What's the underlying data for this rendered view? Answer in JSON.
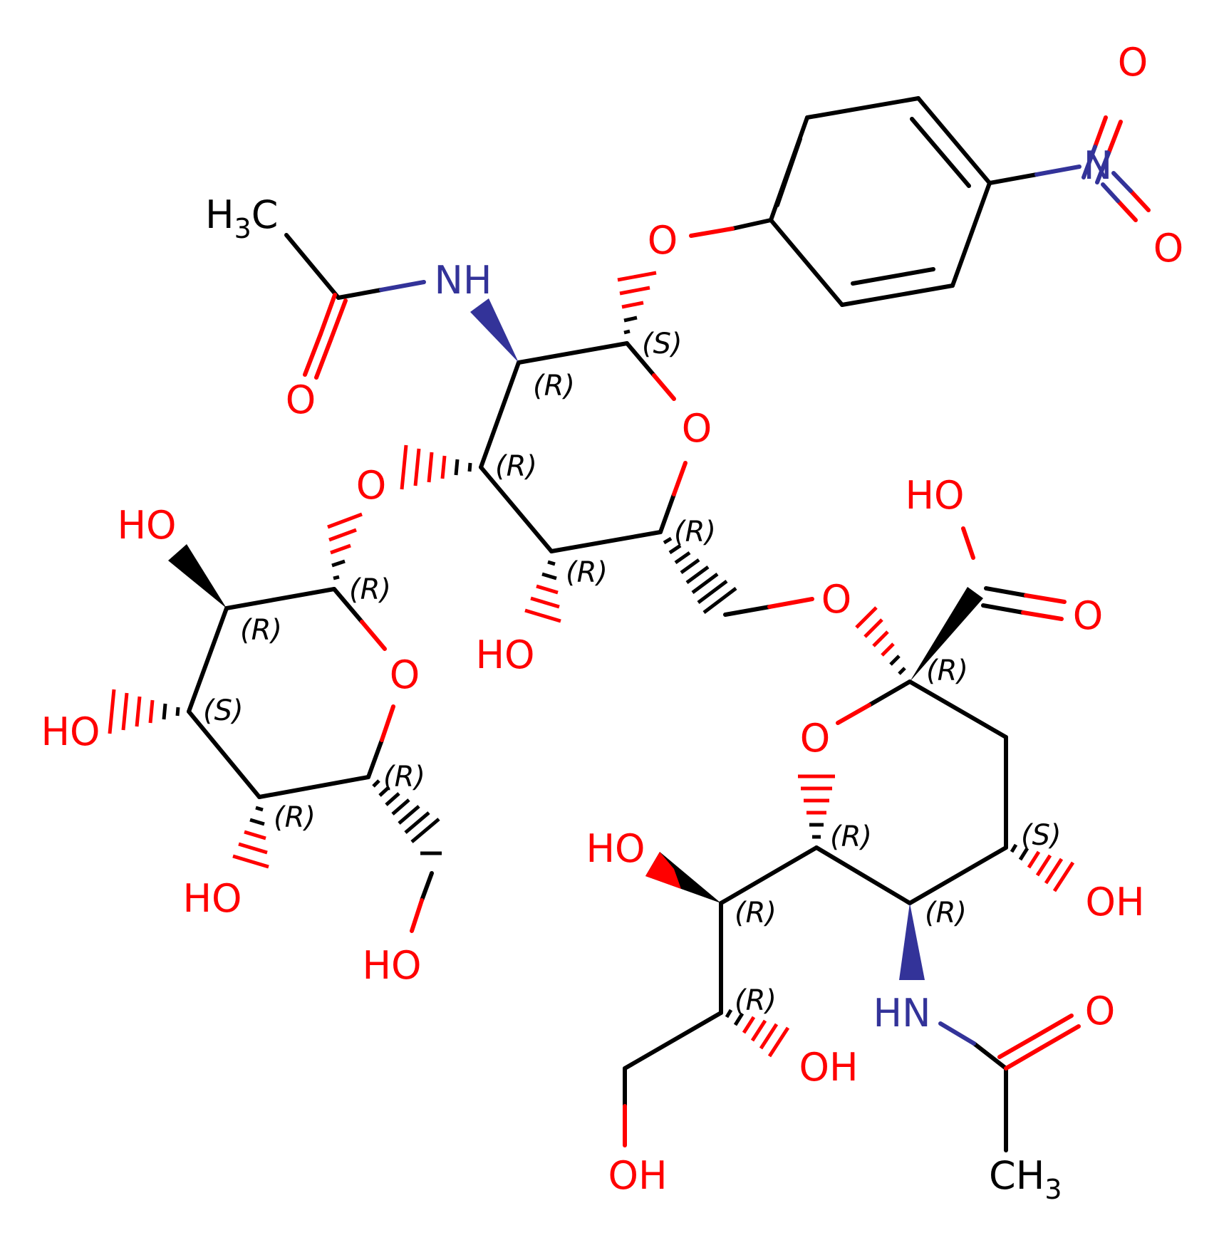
{
  "colors": {
    "bond": "#000000",
    "oxygen": "#ff0000",
    "nitrogen": "#333399",
    "carbon": "#000000",
    "background": "#ffffff"
  },
  "atoms": {
    "o_nitro_top": "O",
    "n_nitro": "N",
    "o_nitro_right": "O",
    "o_phenoxy": "O",
    "c_methyl_top": "C",
    "h_methyl_top": "H",
    "h_methyl_top_sub": "3",
    "nh_top": "NH",
    "o_carbonyl_top": "O",
    "o_ring_top": "O",
    "o_glyco_left": "O",
    "ho_ring2_c2": "HO",
    "o_ring_left": "O",
    "ho_ring2_c3": "HO",
    "ho_ring1_c3": "HO",
    "o_glyco_right": "O",
    "ho_acid": "HO",
    "o_acid": "O",
    "o_ring_right": "O",
    "ho_ring2_c4": "HO",
    "ho_ring2_c6": "HO",
    "ho_side_c1": "HO",
    "oh_ring3_c4": "OH",
    "hn_bottom": "HN",
    "o_carbonyl_bottom": "O",
    "oh_side_c2": "OH",
    "oh_side_c3": "OH",
    "c_methyl_bottom": "CH",
    "c_methyl_bottom_sub": "3"
  },
  "stereo_labels": [
    "(S)",
    "(R)",
    "(R)",
    "(R)",
    "(R)",
    "(R)",
    "(R)",
    "(S)",
    "(R)",
    "(R)",
    "(R)",
    "(R)",
    "(S)",
    "(R)",
    "(R)",
    "(R)"
  ]
}
